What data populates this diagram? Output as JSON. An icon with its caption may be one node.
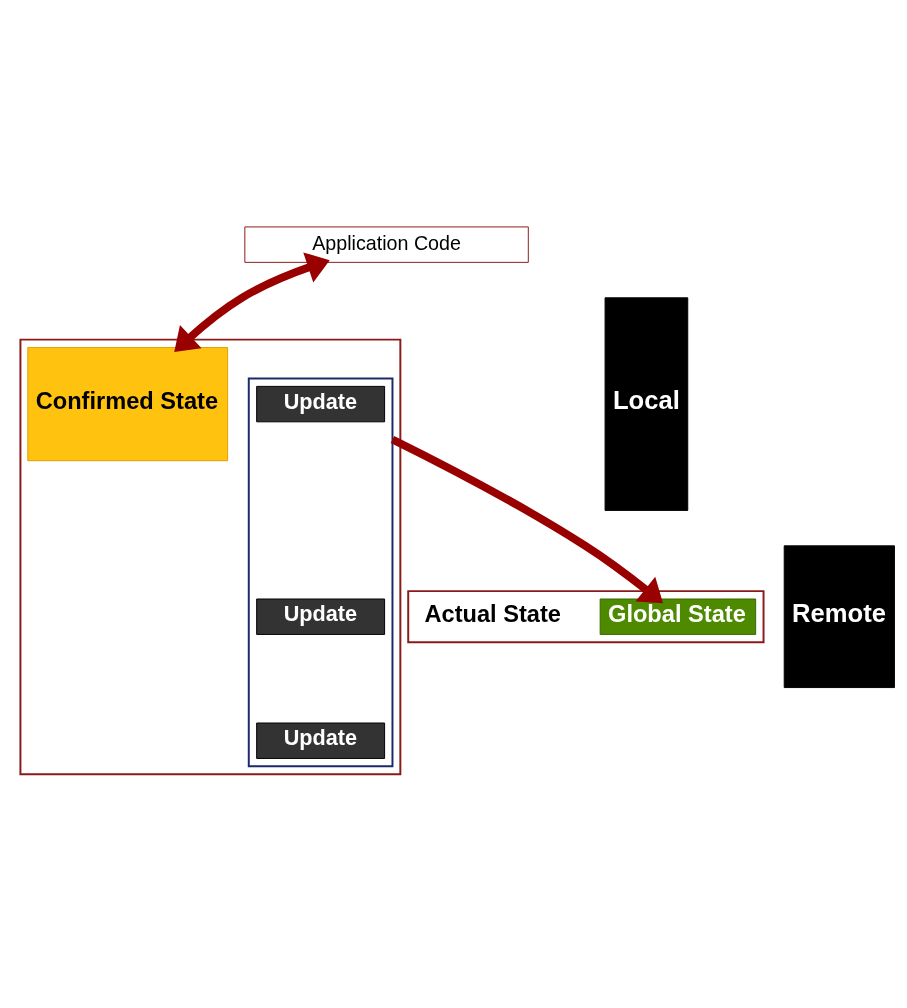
{
  "diagram": {
    "nodes": [
      {
        "text": [
          "Application Code"
        ]
      },
      {
        "text": [
          "Local"
        ]
      },
      {
        "text": [],
        "shape": "box"
      },
      {
        "text": [
          "Confirmed State"
        ],
        "in": 2
      },
      {
        "text": [],
        "shape": "box",
        "in": 2
      },
      {
        "text": [
          "Update"
        ],
        "in": 4
      },
      {
        "text": [
          "Update"
        ],
        "in": 4
      },
      {
        "text": [
          "Update"
        ],
        "in": 4
      },
      {
        "text": [
          "Remote"
        ]
      },
      {
        "text": [],
        "shape": "box"
      },
      {
        "text": [
          "Global State"
        ],
        "in": 9
      }
    ],
    "edges": [
      {
        "from": 0,
        "to": 3,
        "arrow": "both"
      },
      {
        "from": 4,
        "to": 10,
        "arrow": "to"
      }
    ],
    "labels": [
      "Actual State"
    ]
  }
}
